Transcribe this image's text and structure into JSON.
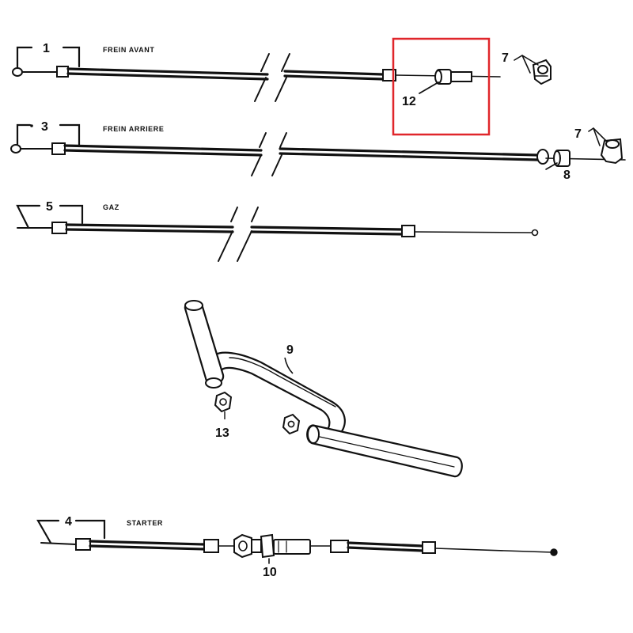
{
  "cables": [
    {
      "ref": "1",
      "caption": "FREIN AVANT"
    },
    {
      "ref": "3",
      "caption": "FREIN ARRIERE"
    },
    {
      "ref": "5",
      "caption": "GAZ"
    },
    {
      "ref": "4",
      "caption": "STARTER"
    }
  ],
  "parts": {
    "front_nipple": "7",
    "rear_nipple": "7",
    "rear_adjuster": "8",
    "handlebar": "9",
    "starter_adjuster": "10",
    "front_adjuster": "12",
    "handlebar_nut": "13"
  },
  "highlight": {
    "color": "#e0262b",
    "target": "front_adjuster"
  },
  "colors": {
    "ink": "#111111",
    "sleeve": "#ffffff"
  }
}
